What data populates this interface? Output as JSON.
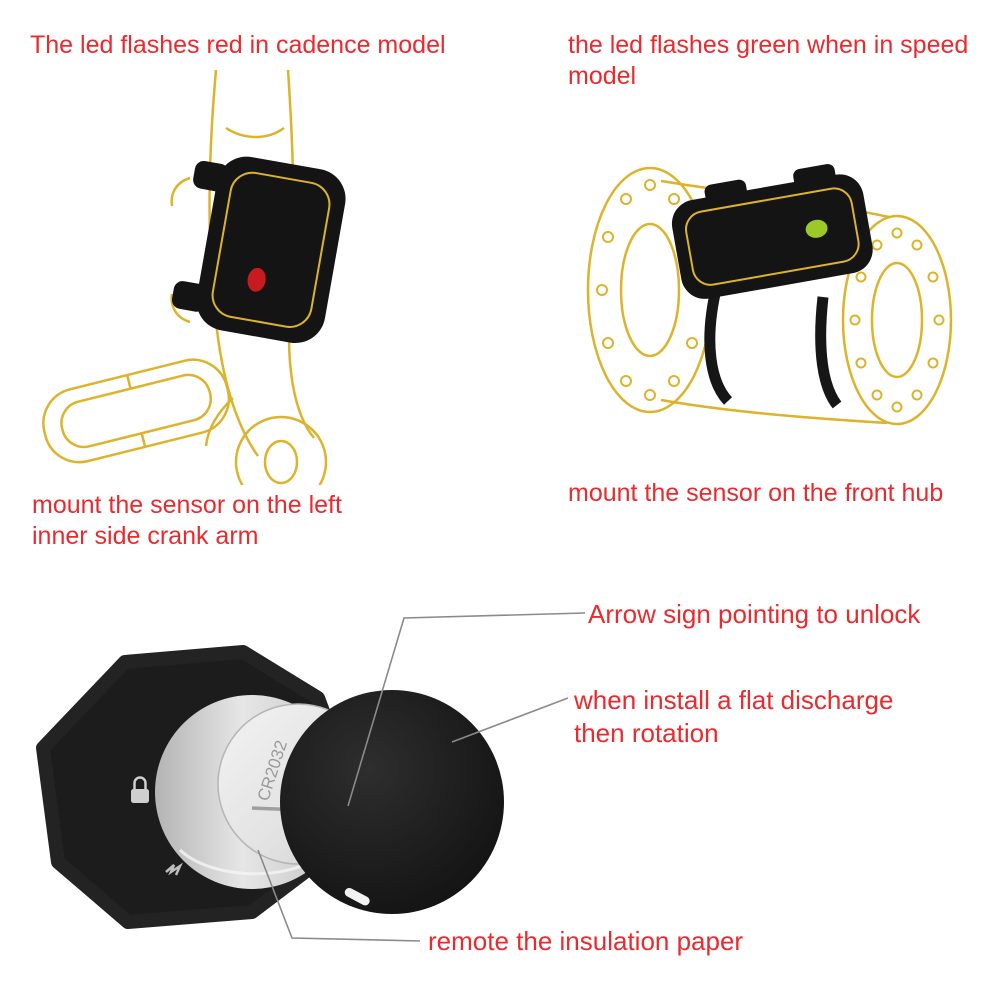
{
  "colors": {
    "accent_red": "#e92a2e",
    "line_art_yellow": "#dcb32b",
    "led_red": "#c81a1f",
    "led_green": "#9cc927",
    "device_black": "#1a1a1a"
  },
  "cadence_panel": {
    "top_caption": "The led flashes red in cadence model",
    "bottom_caption": "mount the sensor on the left inner side crank arm"
  },
  "speed_panel": {
    "top_caption": "the led flashes green when in speed model",
    "bottom_caption": "mount the sensor on the front hub"
  },
  "battery_diagram": {
    "unlock_note": "Arrow sign pointing to unlock",
    "install_note_line1": "when install a flat discharge",
    "install_note_line2": "then rotation",
    "remove_note": "remote the insulation paper",
    "battery_label": "CR2032"
  }
}
